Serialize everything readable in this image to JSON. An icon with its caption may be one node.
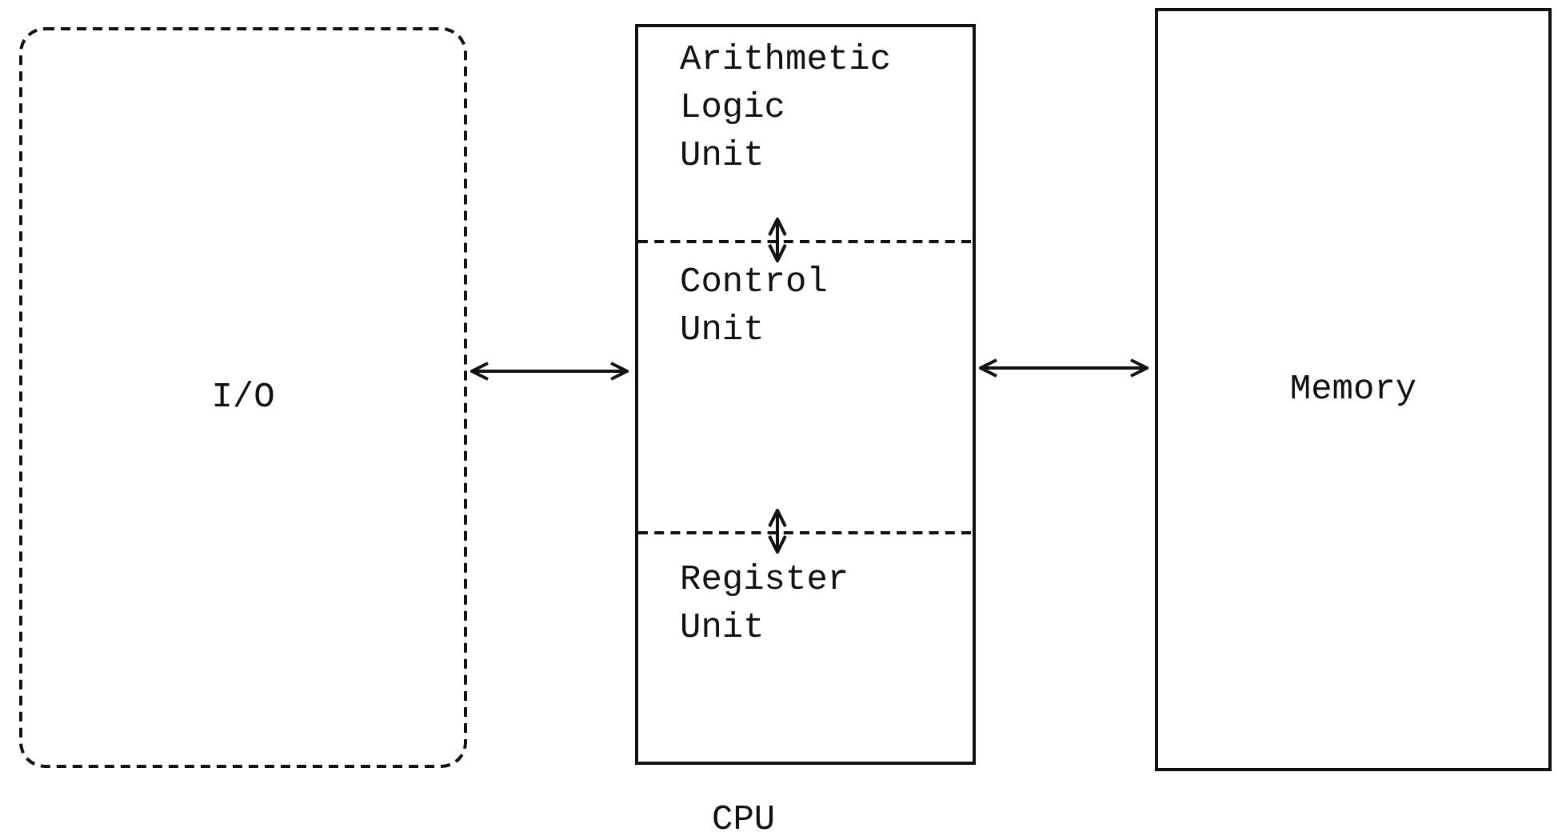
{
  "diagram": {
    "nodes": [
      {
        "text": [
          "I/O"
        ]
      },
      {
        "text": [
          "CPU"
        ]
      },
      {
        "text": [
          "Arithmetic Logic Unit"
        ],
        "in": 1
      },
      {
        "text": [
          "Control Unit"
        ],
        "in": 1
      },
      {
        "text": [
          "Register Unit"
        ],
        "in": 1
      },
      {
        "text": [
          "Memory"
        ]
      }
    ],
    "edges": [
      {
        "from": 0,
        "to": 1,
        "arrow": "both"
      },
      {
        "from": 1,
        "to": 5,
        "arrow": "both"
      },
      {
        "from": 2,
        "to": 3,
        "arrow": "both"
      },
      {
        "from": 3,
        "to": 4,
        "arrow": "both"
      }
    ]
  }
}
